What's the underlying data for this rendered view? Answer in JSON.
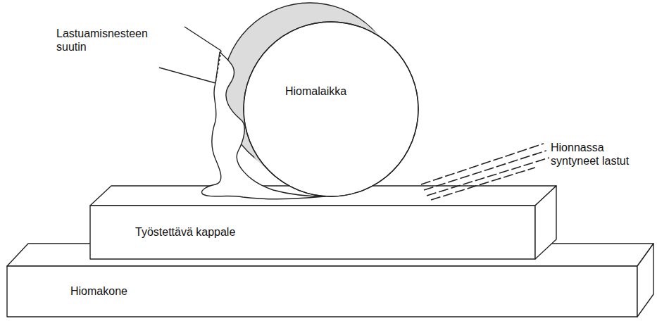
{
  "diagram": {
    "nodes": [
      {
        "text": [
          "Hiomalaikka"
        ]
      },
      {
        "text": [
          "Työstettävä kappale"
        ]
      },
      {
        "text": [
          "Hiomakone"
        ]
      }
    ],
    "labels": [
      "Lastuamisnesteen suutin",
      "Hionnassa syntyneet lastut"
    ]
  }
}
